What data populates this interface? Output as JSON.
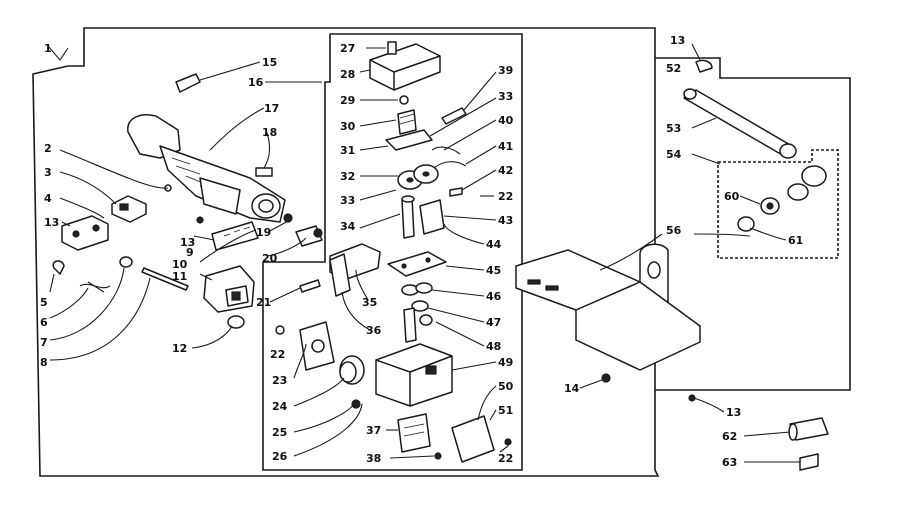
{
  "callouts": [
    {
      "id": "c1",
      "text": "1"
    },
    {
      "id": "c2",
      "text": "2"
    },
    {
      "id": "c3",
      "text": "3"
    },
    {
      "id": "c4",
      "text": "4"
    },
    {
      "id": "c13a",
      "text": "13"
    },
    {
      "id": "c5",
      "text": "5"
    },
    {
      "id": "c6",
      "text": "6"
    },
    {
      "id": "c7",
      "text": "7"
    },
    {
      "id": "c8",
      "text": "8"
    },
    {
      "id": "c15",
      "text": "15"
    },
    {
      "id": "c16",
      "text": "16"
    },
    {
      "id": "c17",
      "text": "17"
    },
    {
      "id": "c18",
      "text": "18"
    },
    {
      "id": "c19",
      "text": "19"
    },
    {
      "id": "c13b",
      "text": "13"
    },
    {
      "id": "c9",
      "text": "9"
    },
    {
      "id": "c10",
      "text": "10"
    },
    {
      "id": "c11",
      "text": "11"
    },
    {
      "id": "c20",
      "text": "20"
    },
    {
      "id": "c21",
      "text": "21"
    },
    {
      "id": "c12",
      "text": "12"
    },
    {
      "id": "c22a",
      "text": "22"
    },
    {
      "id": "c23",
      "text": "23"
    },
    {
      "id": "c24",
      "text": "24"
    },
    {
      "id": "c25",
      "text": "25"
    },
    {
      "id": "c26",
      "text": "26"
    },
    {
      "id": "c27",
      "text": "27"
    },
    {
      "id": "c28",
      "text": "28"
    },
    {
      "id": "c29",
      "text": "29"
    },
    {
      "id": "c30",
      "text": "30"
    },
    {
      "id": "c31",
      "text": "31"
    },
    {
      "id": "c32",
      "text": "32"
    },
    {
      "id": "c33a",
      "text": "33"
    },
    {
      "id": "c34",
      "text": "34"
    },
    {
      "id": "c35",
      "text": "35"
    },
    {
      "id": "c36",
      "text": "36"
    },
    {
      "id": "c37",
      "text": "37"
    },
    {
      "id": "c38",
      "text": "38"
    },
    {
      "id": "c39",
      "text": "39"
    },
    {
      "id": "c33b",
      "text": "33"
    },
    {
      "id": "c40",
      "text": "40"
    },
    {
      "id": "c41",
      "text": "41"
    },
    {
      "id": "c42",
      "text": "42"
    },
    {
      "id": "c22b",
      "text": "22"
    },
    {
      "id": "c43",
      "text": "43"
    },
    {
      "id": "c44",
      "text": "44"
    },
    {
      "id": "c45",
      "text": "45"
    },
    {
      "id": "c46",
      "text": "46"
    },
    {
      "id": "c47",
      "text": "47"
    },
    {
      "id": "c48",
      "text": "48"
    },
    {
      "id": "c49",
      "text": "49"
    },
    {
      "id": "c50",
      "text": "50"
    },
    {
      "id": "c51",
      "text": "51"
    },
    {
      "id": "c22c",
      "text": "22"
    },
    {
      "id": "c13c",
      "text": "13"
    },
    {
      "id": "c52",
      "text": "52"
    },
    {
      "id": "c53",
      "text": "53"
    },
    {
      "id": "c54",
      "text": "54"
    },
    {
      "id": "c60",
      "text": "60"
    },
    {
      "id": "c61",
      "text": "61"
    },
    {
      "id": "c56",
      "text": "56"
    },
    {
      "id": "c14",
      "text": "14"
    },
    {
      "id": "c13d",
      "text": "13"
    },
    {
      "id": "c62",
      "text": "62"
    },
    {
      "id": "c63",
      "text": "63"
    }
  ]
}
